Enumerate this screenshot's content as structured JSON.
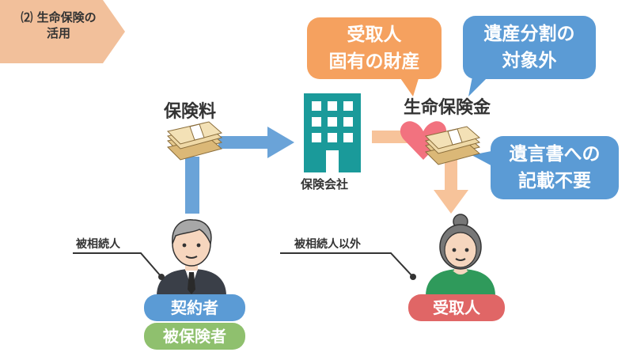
{
  "section_tag": {
    "text": "⑵ 生命保険の\n活用"
  },
  "labels": {
    "premium": "保険料",
    "insurance_money": "生命保険金",
    "company": "保険会社",
    "decedent": "被相続人",
    "non_decedent": "被相続人以外"
  },
  "bubbles": {
    "recipient_property": "受取人\n固有の財産",
    "not_subject_division": "遺産分割の\n対象外",
    "no_will_needed": "遺言書への\n記載不要"
  },
  "badges": {
    "policyholder": "契約者",
    "insured": "被保険者",
    "recipient": "受取人"
  },
  "colors": {
    "tag": "#f2c09b",
    "orange": "#f5a15f",
    "blue": "#5b9bd5",
    "arrow_blue": "#6aa3d8",
    "arrow_orange": "#f7c39a",
    "green": "#8fc06e",
    "red": "#e06666",
    "building": "#1a9a9a",
    "heart": "#f2727f"
  },
  "icons": [
    "money-stack-icon",
    "building-icon",
    "heart-icon",
    "elderly-man-icon",
    "elderly-woman-icon"
  ]
}
